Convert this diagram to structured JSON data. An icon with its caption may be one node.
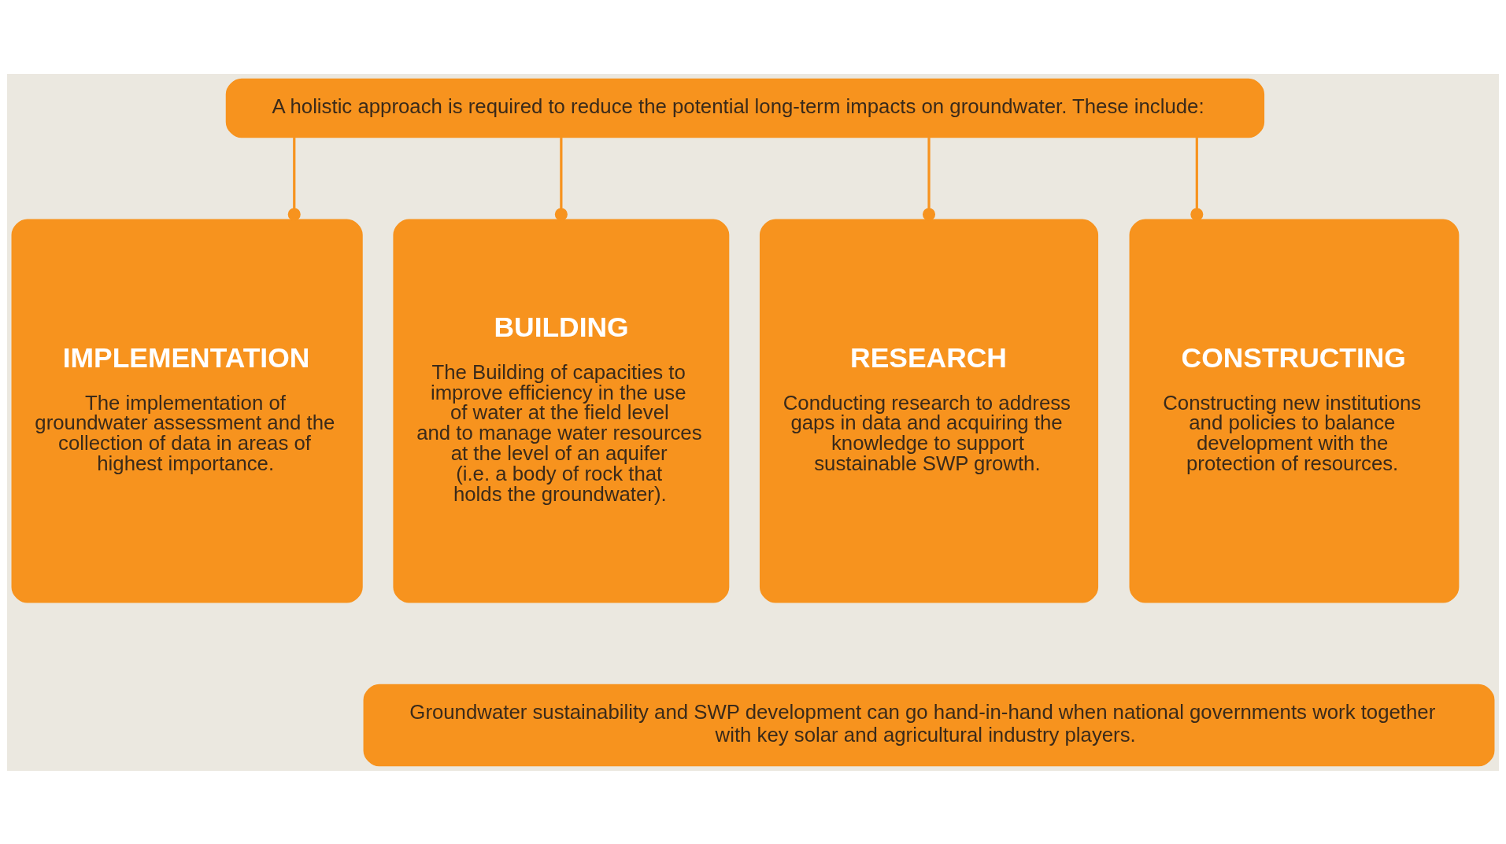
{
  "diagram": {
    "nodes": [
      {
        "text": [
          "A holistic approach is required to reduce the potential long-term impacts on groundwater. These include:"
        ]
      },
      {
        "text": [
          "IMPLEMENTATION",
          "The implementation of groundwater assessment and the collection of data in areas of highest importance."
        ]
      },
      {
        "text": [
          "BUILDING",
          "The Building of capacities to improve efficiency in the use of water at the field level and to manage water resources at the level of an aquifer (i.e. a body of rock that holds the groundwater)."
        ]
      },
      {
        "text": [
          "RESEARCH",
          "Conducting research to address gaps in data and acquiring the knowledge to support sustainable SWP growth."
        ]
      },
      {
        "text": [
          "CONSTRUCTING",
          "Constructing new institutions and policies to balance development with the protection of resources."
        ]
      },
      {
        "text": [
          "Groundwater sustainability and SWP development can go hand-in-hand when national governments work together with key solar and agricultural industry players."
        ]
      }
    ],
    "edges": [
      {
        "from": 0,
        "to": 1,
        "arrow": "other"
      },
      {
        "from": 0,
        "to": 2,
        "arrow": "other"
      },
      {
        "from": 0,
        "to": 3,
        "arrow": "other"
      },
      {
        "from": 0,
        "to": 4,
        "arrow": "other"
      }
    ]
  }
}
